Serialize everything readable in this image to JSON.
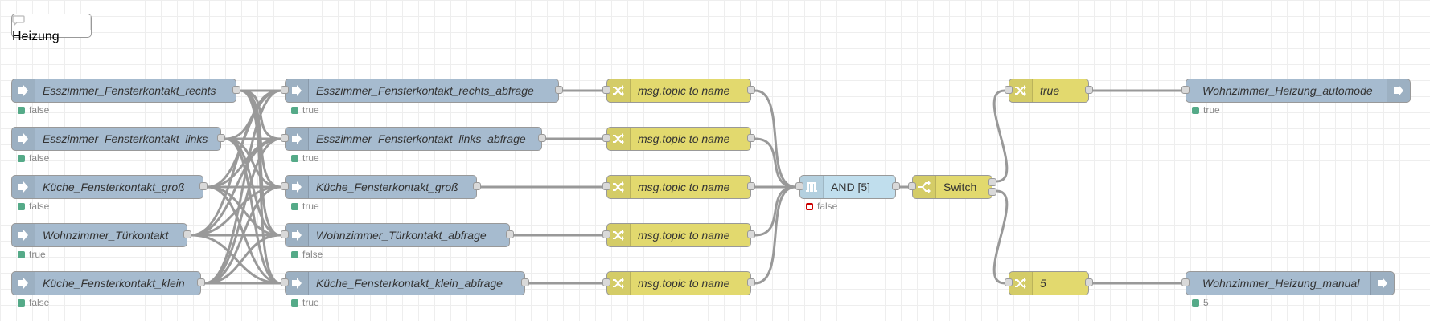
{
  "comment": {
    "label": "Heizung"
  },
  "inputs": [
    {
      "label": "Esszimmer_Fensterkontakt_rechts",
      "status": "false"
    },
    {
      "label": "Esszimmer_Fensterkontakt_links",
      "status": "false"
    },
    {
      "label": "Küche_Fensterkontakt_groß",
      "status": "false"
    },
    {
      "label": "Wohnzimmer_Türkontakt",
      "status": "true"
    },
    {
      "label": "Küche_Fensterkontakt_klein",
      "status": "false"
    }
  ],
  "queries": [
    {
      "label": "Esszimmer_Fensterkontakt_rechts_abfrage",
      "status": "true"
    },
    {
      "label": "Esszimmer_Fensterkontakt_links_abfrage",
      "status": "true"
    },
    {
      "label": "Küche_Fensterkontakt_groß",
      "status": "true"
    },
    {
      "label": "Wohnzimmer_Türkontakt_abfrage",
      "status": "false"
    },
    {
      "label": "Küche_Fensterkontakt_klein_abfrage",
      "status": "true"
    }
  ],
  "changes": [
    {
      "label": "msg.topic to name"
    },
    {
      "label": "msg.topic to name"
    },
    {
      "label": "msg.topic to name"
    },
    {
      "label": "msg.topic to name"
    },
    {
      "label": "msg.topic to name"
    }
  ],
  "logic": {
    "label": "AND [5]",
    "status": "false"
  },
  "switch": {
    "label": "Switch"
  },
  "set_true": {
    "label": "true"
  },
  "set_five": {
    "label": "5"
  },
  "out_auto": {
    "label": "Wohnzimmer_Heizung_automode",
    "status": "true"
  },
  "out_manual": {
    "label": "Wohnzimmer_Heizung_manual",
    "status": "5"
  },
  "colors": {
    "input_node": "#a6bbcf",
    "change_node": "#e2d96e",
    "logic_node": "#c0deed",
    "wire": "#999999"
  }
}
